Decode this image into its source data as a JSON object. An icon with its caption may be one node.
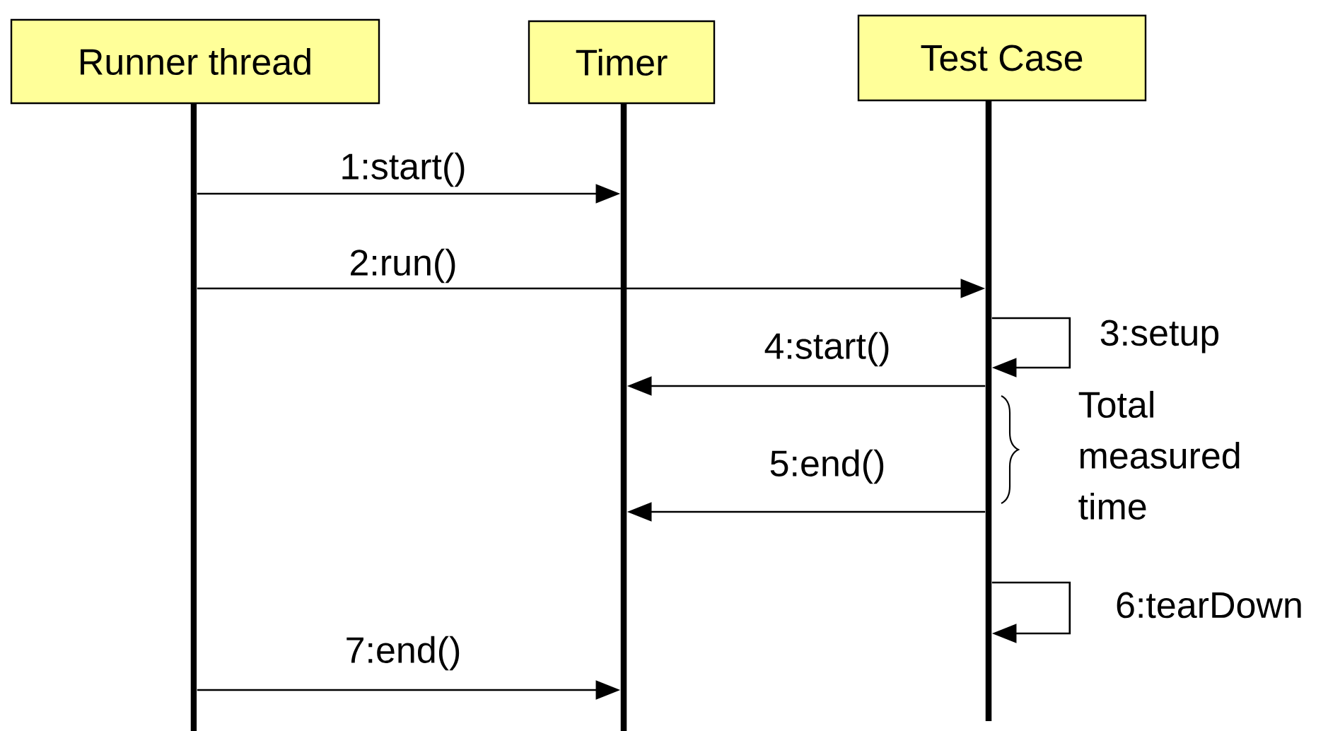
{
  "diagram": {
    "nodes": [
      {
        "text": [
          "Runner thread"
        ]
      },
      {
        "text": [
          "Timer"
        ]
      },
      {
        "text": [
          "Test Case"
        ]
      },
      {
        "text": [],
        "shape": "bar"
      },
      {
        "text": [],
        "shape": "bar"
      },
      {
        "text": [],
        "shape": "bar"
      }
    ],
    "edges": [
      {
        "from": 3,
        "to": 4,
        "arrow": "to",
        "label": "1:start()"
      },
      {
        "from": 3,
        "to": 5,
        "arrow": "to",
        "label": "2:run()"
      },
      {
        "from": 5,
        "to": 5,
        "arrow": "to",
        "label": "3:setup"
      },
      {
        "from": 5,
        "to": 4,
        "arrow": "to",
        "label": "4:start()"
      },
      {
        "from": 5,
        "to": 4,
        "arrow": "to",
        "label": "5:end()"
      },
      {
        "from": 5,
        "to": 5,
        "arrow": "to",
        "label": "6:tearDown"
      },
      {
        "from": 3,
        "to": 4,
        "arrow": "to",
        "label": "7:end()"
      }
    ],
    "labels": [
      "Total measured time"
    ]
  }
}
